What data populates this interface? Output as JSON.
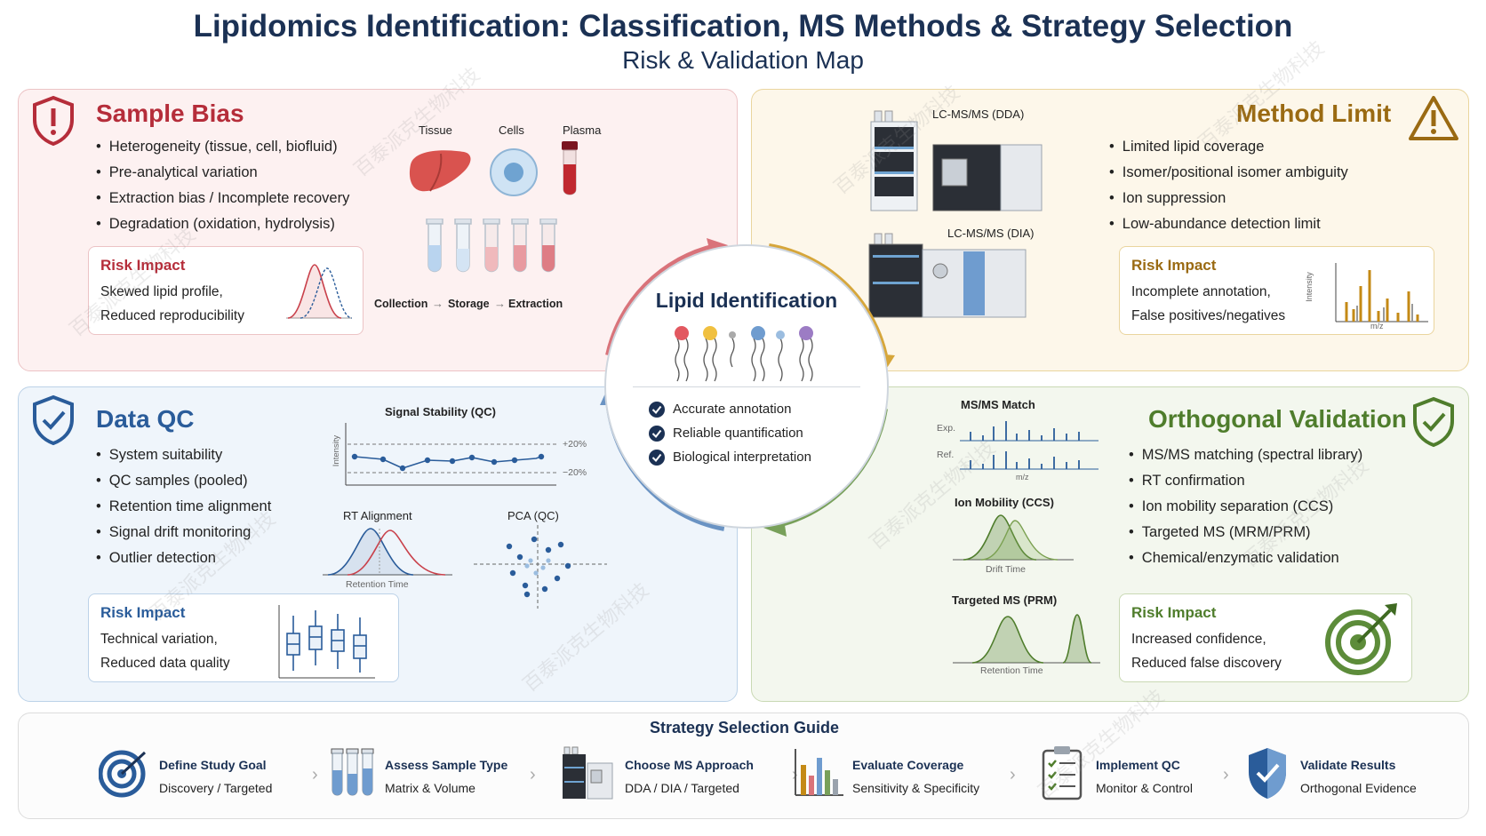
{
  "header": {
    "title": "Lipidomics Identification: Classification, MS Methods & Strategy Selection",
    "subtitle": "Risk & Validation Map"
  },
  "center": {
    "title": "Lipid Identification",
    "checks": [
      "Accurate annotation",
      "Reliable quantification",
      "Biological interpretation"
    ]
  },
  "sample_bias": {
    "title": "Sample Bias",
    "bullets": [
      "Heterogeneity (tissue, cell, biofluid)",
      "Pre-analytical variation",
      "Extraction bias / Incomplete recovery",
      "Degradation (oxidation, hydrolysis)"
    ],
    "sources": [
      "Tissue",
      "Cells",
      "Plasma"
    ],
    "workflow": [
      "Collection",
      "Storage",
      "Extraction"
    ],
    "arrow": "→",
    "risk": {
      "title": "Risk Impact",
      "lines": [
        "Skewed lipid profile,",
        "Reduced reproducibility"
      ]
    }
  },
  "method_limit": {
    "title": "Method Limit",
    "instruments": [
      "LC-MS/MS (DDA)",
      "LC-MS/MS (DIA)"
    ],
    "bullets": [
      "Limited lipid coverage",
      "Isomer/positional isomer ambiguity",
      "Ion suppression",
      "Low-abundance detection limit"
    ],
    "risk": {
      "title": "Risk Impact",
      "lines": [
        "Incomplete annotation,",
        "False positives/negatives"
      ],
      "ylabel": "Intensity",
      "xlabel": "m/z"
    }
  },
  "data_qc": {
    "title": "Data QC",
    "bullets": [
      "System suitability",
      "QC samples (pooled)",
      "Retention time alignment",
      "Signal drift monitoring",
      "Outlier detection"
    ],
    "signal": {
      "title": "Signal Stability (QC)",
      "ylabel": "Intensity",
      "upper": "+20%",
      "lower": "−20%"
    },
    "rt": {
      "title": "RT Alignment",
      "xlabel": "Retention Time"
    },
    "pca": {
      "title": "PCA (QC)"
    },
    "risk": {
      "title": "Risk Impact",
      "lines": [
        "Technical variation,",
        "Reduced data quality"
      ]
    }
  },
  "orthogonal": {
    "title": "Orthogonal Validation",
    "msms": {
      "title": "MS/MS Match",
      "exp": "Exp.",
      "ref": "Ref.",
      "xlabel": "m/z"
    },
    "ion": {
      "title": "Ion Mobility (CCS)",
      "xlabel": "Drift Time"
    },
    "prm": {
      "title": "Targeted MS (PRM)",
      "xlabel": "Retention Time"
    },
    "bullets": [
      "MS/MS matching (spectral library)",
      "RT confirmation",
      "Ion mobility separation (CCS)",
      "Targeted MS (MRM/PRM)",
      "Chemical/enzymatic validation"
    ],
    "risk": {
      "title": "Risk Impact",
      "lines": [
        "Increased confidence,",
        "Reduced false discovery"
      ]
    }
  },
  "guide": {
    "title": "Strategy Selection Guide",
    "steps": [
      {
        "title": "Define Study Goal",
        "sub": "Discovery / Targeted",
        "icon": "target-icon"
      },
      {
        "title": "Assess Sample Type",
        "sub": "Matrix & Volume",
        "icon": "test-tubes-icon"
      },
      {
        "title": "Choose MS Approach",
        "sub": "DDA / DIA / Targeted",
        "icon": "instrument-icon"
      },
      {
        "title": "Evaluate Coverage",
        "sub": "Sensitivity & Specificity",
        "icon": "bar-chart-icon"
      },
      {
        "title": "Implement QC",
        "sub": "Monitor & Control",
        "icon": "clipboard-check-icon"
      },
      {
        "title": "Validate Results",
        "sub": "Orthogonal Evidence",
        "icon": "shield-check-icon"
      }
    ],
    "separator": "›"
  },
  "watermark": "百泰派克生物科技",
  "colors": {
    "sample": "#b52d3a",
    "method": "#9a6a12",
    "dataqc": "#2a5c9a",
    "ortho": "#4f7d2c",
    "navy": "#1b3154"
  }
}
